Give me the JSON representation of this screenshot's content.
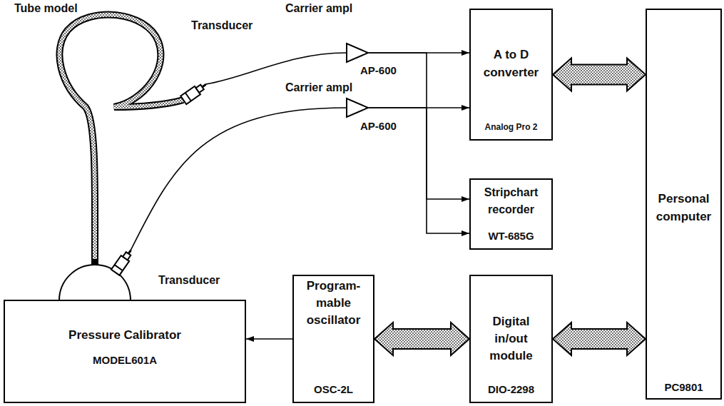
{
  "diagram": {
    "nodes": [
      {
        "text": [
          "Transducer"
        ]
      },
      {
        "text": [
          "Carrier ampl",
          "AP-600"
        ]
      },
      {
        "text": [
          "A to D converter",
          "Analog Pro 2"
        ]
      },
      {
        "text": [
          "Personal computer",
          "PC9801"
        ]
      },
      {
        "text": [
          "Carrier ampl",
          "AP-600"
        ]
      },
      {
        "text": [
          "Stripchart recorder",
          "WT-685G"
        ]
      },
      {
        "text": [
          "Transducer"
        ]
      },
      {
        "text": [
          "Program- mable oscillator",
          "OSC-2L"
        ]
      },
      {
        "text": [
          "Digital in/out module",
          "DIO-2298"
        ]
      },
      {
        "text": [
          "Pressure Calibrator",
          "MODEL601A"
        ]
      }
    ],
    "edges": [
      {
        "from": 0,
        "to": 1,
        "arrow": "none"
      },
      {
        "from": 1,
        "to": 2,
        "arrow": "to"
      },
      {
        "from": 1,
        "to": 5,
        "arrow": "to"
      },
      {
        "from": 6,
        "to": 4,
        "arrow": "none"
      },
      {
        "from": 4,
        "to": 2,
        "arrow": "to"
      },
      {
        "from": 4,
        "to": 5,
        "arrow": "to"
      },
      {
        "from": 3,
        "to": 2,
        "arrow": "both"
      },
      {
        "from": 3,
        "to": 8,
        "arrow": "both"
      },
      {
        "from": 8,
        "to": 7,
        "arrow": "both"
      },
      {
        "from": 7,
        "to": 9,
        "arrow": "to"
      }
    ],
    "labels": [
      "Tube model"
    ]
  }
}
